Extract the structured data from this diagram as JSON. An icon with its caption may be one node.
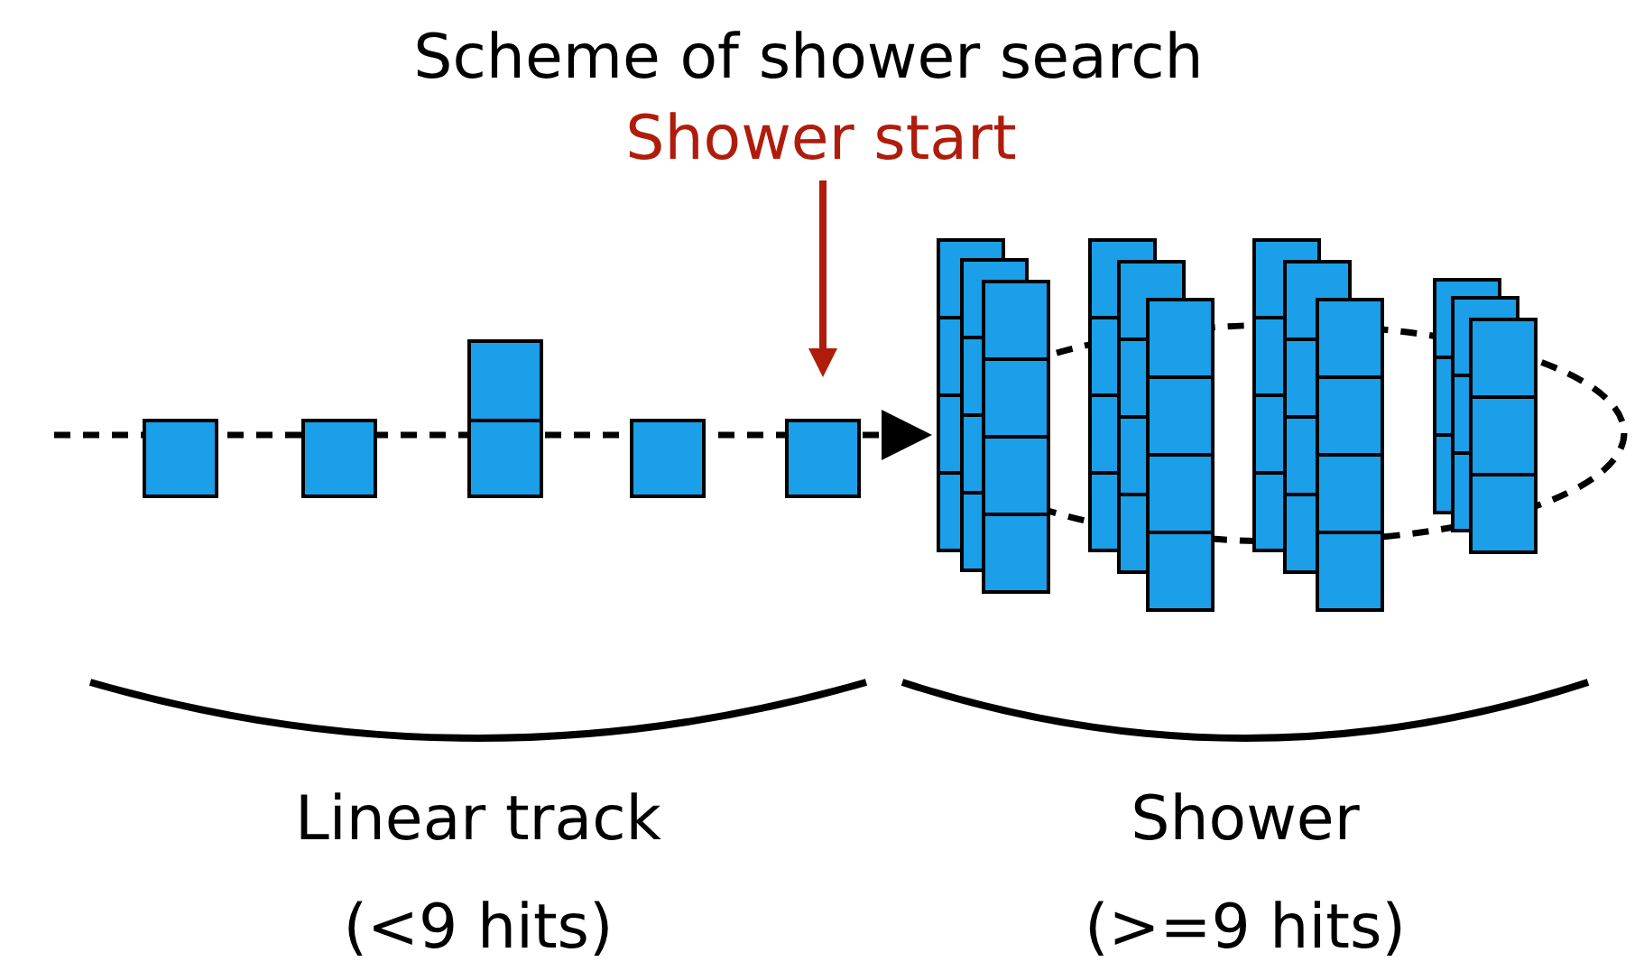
{
  "diagram": {
    "title": "Scheme of shower search",
    "labels": [
      "Shower start",
      "Linear track",
      "Shower",
      "(<9 hits)",
      "(>=9 hits)"
    ]
  }
}
